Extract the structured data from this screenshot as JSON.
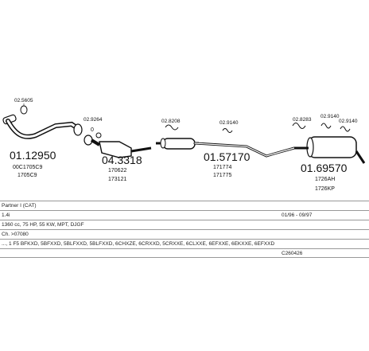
{
  "parts": [
    {
      "ref": "02.5605",
      "number": "01.12950",
      "codes": [
        "00C1705C9",
        "1705C9"
      ]
    },
    {
      "ref": "02.9264",
      "number": "04.3318",
      "codes": [
        "170622",
        "173121"
      ]
    },
    {
      "ref": "02.8208",
      "ref2": "02.9140",
      "number": "01.57170",
      "codes": [
        "171774",
        "171775"
      ]
    },
    {
      "ref": "02.8283",
      "ref2": "02.9140",
      "ref3": "02.9140",
      "number": "01.69570",
      "codes": [
        "1726AH",
        "1726KP"
      ]
    }
  ],
  "info": {
    "model": "Partner I (CAT)",
    "engine": "1.4i",
    "years": "01/96 - 09/97",
    "spec": "1360 cc, 75 HP, 55 KW, MPT, DJGF",
    "ch": "Ch. >07080",
    "list": "..., 1 F5 BFKXD, 5BFXXD, 5BLFXXD, 5BLFXXD, 6CHXZE, 6CRXXD, 5CRXXE, 6CLXXE, 6EFXXE, 6EKXXE, 6EFXXD",
    "code": "C260426"
  }
}
